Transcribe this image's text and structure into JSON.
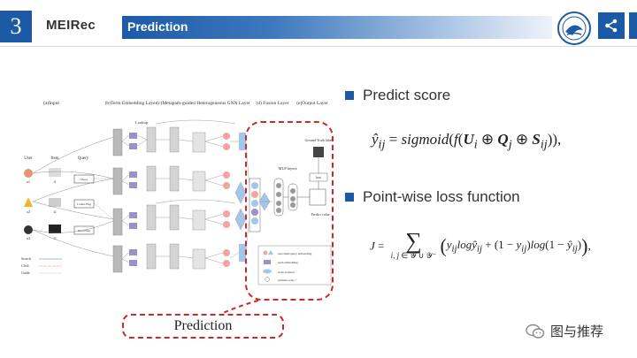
{
  "header": {
    "section_number": "3",
    "brand": "MEIRec",
    "title": "Prediction"
  },
  "figure": {
    "columns": [
      "(a)Input",
      "(b)Term Embedding Layer",
      "(c)Metapath-guided Heterogeneous GNN Layer",
      "(d) Fusion Layer",
      "(e)Output Layer"
    ],
    "row_labels": [
      "User",
      "Item",
      "Query"
    ],
    "lookup_label": "Lookup",
    "mlp_label": "MLP layers",
    "ground_truth_label": "Ground-Truth label",
    "predict_label": "Predict value",
    "loss_label": "loss",
    "user_ids": [
      "u1",
      "u2",
      "u3"
    ],
    "item_ids": [
      "i1",
      "i2",
      "i3"
    ],
    "query_labels": [
      "Shoes",
      "Ladies Bag",
      "Hand Bag"
    ],
    "edge_legend": [
      "Search",
      "Click",
      "Guide"
    ],
    "node_legend": [
      "user/item/query embedding",
      "term embedding",
      "static features",
      "element-wise +"
    ]
  },
  "callout": {
    "label": "Prediction"
  },
  "bullets": [
    {
      "label": "Predict score"
    },
    {
      "label": "Point-wise loss function"
    }
  ],
  "watermark": {
    "text": "图与推荐"
  },
  "colors": {
    "accent": "#1d5aa5",
    "callout": "#c92b2b"
  }
}
